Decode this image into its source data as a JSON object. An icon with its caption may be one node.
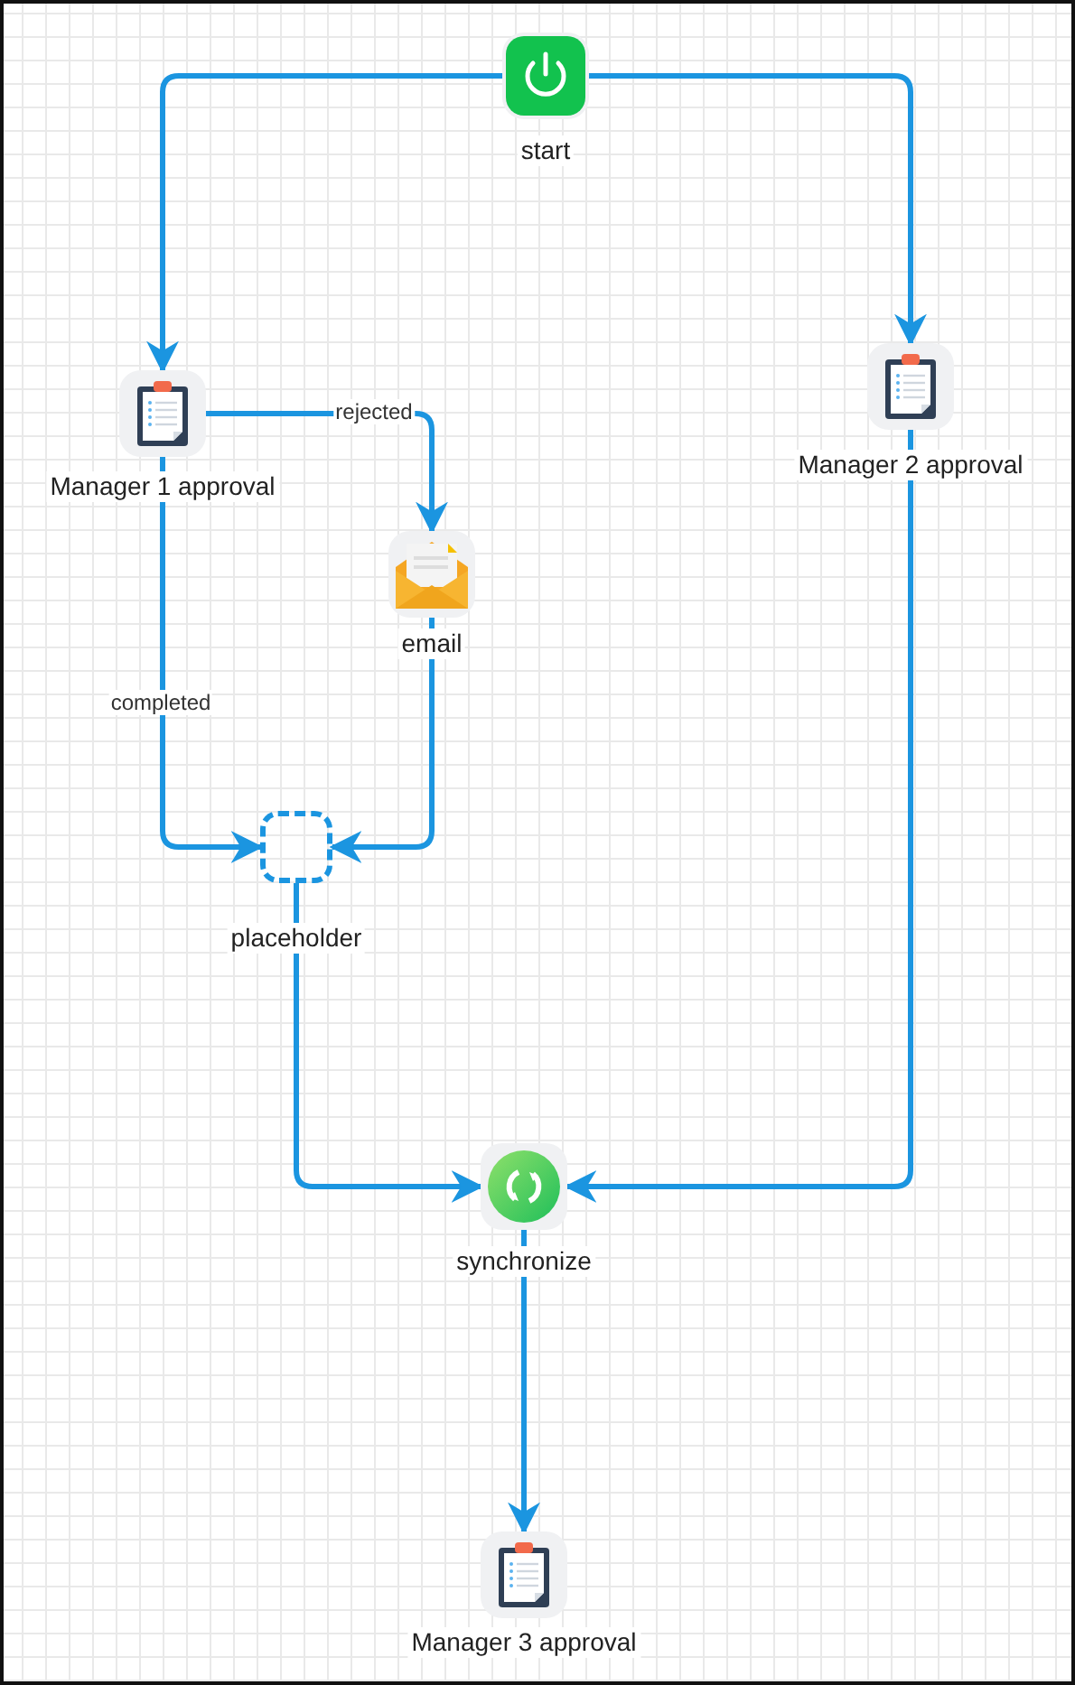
{
  "diagram": {
    "nodes": [
      {
        "text": [
          "start"
        ]
      },
      {
        "text": [
          "Manager 1 approval"
        ]
      },
      {
        "text": [
          "Manager 2 approval"
        ]
      },
      {
        "text": [
          "email"
        ]
      },
      {
        "text": [
          "placeholder"
        ]
      },
      {
        "text": [
          "synchronize"
        ]
      },
      {
        "text": [
          "Manager 3 approval"
        ]
      }
    ],
    "edges": [
      {
        "from": 0,
        "to": 1,
        "arrow": "to"
      },
      {
        "from": 0,
        "to": 2,
        "arrow": "to"
      },
      {
        "from": 1,
        "to": 3,
        "arrow": "to",
        "label": "rejected"
      },
      {
        "from": 1,
        "to": 4,
        "arrow": "to",
        "label": "completed"
      },
      {
        "from": 3,
        "to": 4,
        "arrow": "to"
      },
      {
        "from": 4,
        "to": 5,
        "arrow": "to"
      },
      {
        "from": 2,
        "to": 5,
        "arrow": "to"
      },
      {
        "from": 5,
        "to": 6,
        "arrow": "to"
      }
    ]
  }
}
